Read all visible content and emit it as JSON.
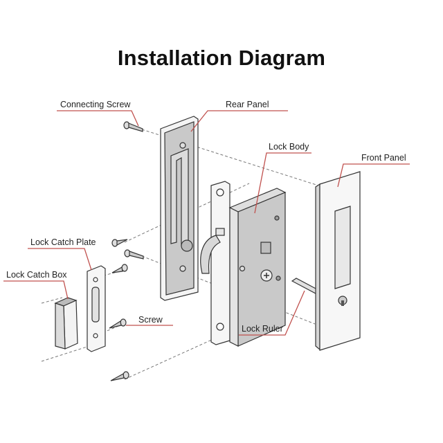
{
  "title": "Installation Diagram",
  "labels": {
    "connecting_screw": "Connecting Screw",
    "rear_panel": "Rear Panel",
    "lock_body": "Lock Body",
    "front_panel": "Front Panel",
    "lock_catch_plate": "Lock Catch Plate",
    "lock_catch_box": "Lock Catch Box",
    "screw": "Screw",
    "lock_ruler": "Lock Ruler"
  },
  "colors": {
    "leader": "#c0504d",
    "part_fill": "#c9c9c9",
    "outline": "#333333"
  }
}
